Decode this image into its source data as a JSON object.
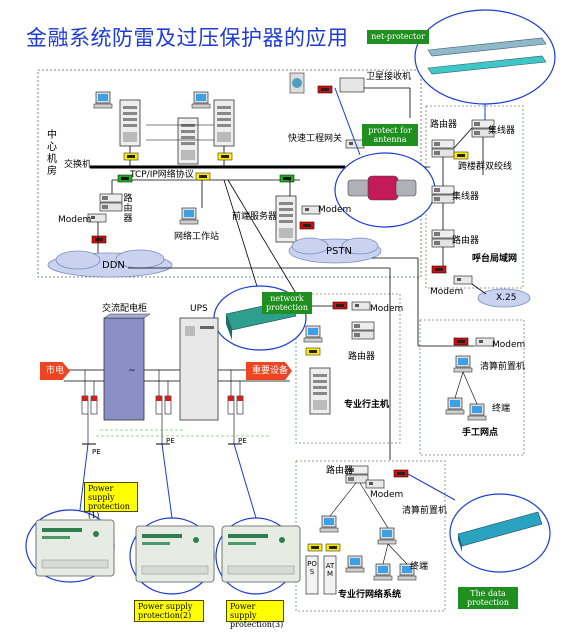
{
  "title": "金融系统防雷及过压保护器的应用",
  "labels": {
    "center_room": "中心机房",
    "switch": "交换机",
    "tcpip": "TCP/IP网络协议",
    "router_left": "路由器",
    "modem_left": "Modem",
    "workstation": "网络工作站",
    "ddn": "DDN",
    "satellite": "卫星接收机",
    "express_gateway": "快速工程网关",
    "front_server": "前端服务器",
    "modem_mid": "Modem",
    "pstn": "PSTN",
    "router_right1": "路由器",
    "hub_right1": "集线器",
    "cross_floor": "跨楼群双绞线",
    "hub_right2": "集线器",
    "router_right2": "路由器",
    "call_center": "呼台局域网",
    "modem_right": "Modem",
    "x25": "X.25",
    "ac_cabinet": "交流配电柜",
    "ups": "UPS",
    "mains": "市电",
    "important_equipment": "重要设备",
    "pe": "PE",
    "modem_specialty": "Modem",
    "router_specialty": "路由器",
    "specialty_host": "专业行主机",
    "modem_branch": "Modem",
    "front_clearing": "清算前置机",
    "terminal_branch": "终端",
    "manual_branch": "手工网点",
    "router_bottom": "路由器",
    "modem_bottom": "Modem",
    "front_clearing_bottom": "清算前置机",
    "terminal_bottom": "终端",
    "specialty_network": "专业行网络系统",
    "pos": "POS",
    "atm": "ATM"
  },
  "callouts": {
    "net_protector": "net-protector",
    "protect_antenna": "protect for antenna",
    "network_protection": "network protection",
    "ps1": "Power supply protection (1)",
    "ps2": "Power supply protection(2)",
    "ps3": "Power supply protection(3)",
    "data_protection": "The data protection"
  },
  "colors": {
    "title": "#1e3bd6",
    "callout_green": "#1f8f1f",
    "callout_yellow": "#ffff00",
    "arrow": "#ee4422",
    "protector_red": "#cc1111",
    "protector_yellow": "#ffee00",
    "device_green": "#2e9e8e",
    "cloud": "#c9d3ef",
    "dashed": "#6a8a6a"
  }
}
